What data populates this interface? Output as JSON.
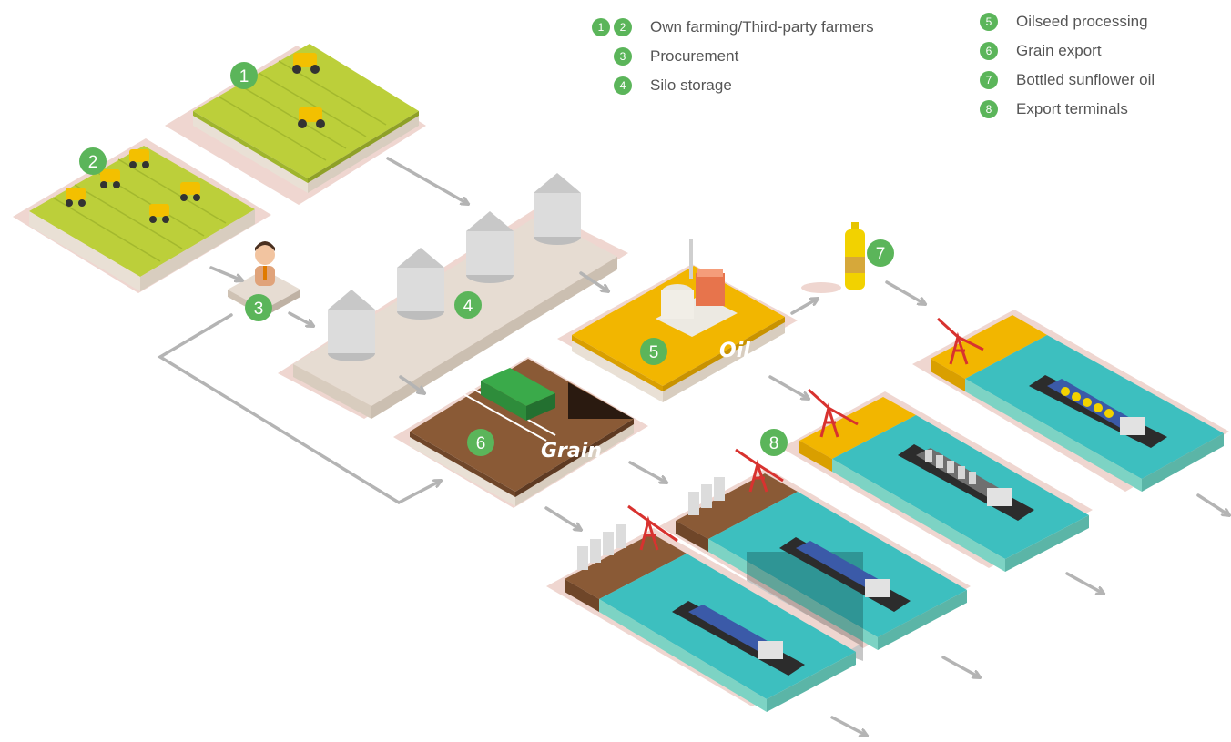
{
  "legend": {
    "left": [
      {
        "nums": [
          "1",
          "2"
        ],
        "label": "Own farming/Third-party farmers"
      },
      {
        "nums": [
          "3"
        ],
        "label": "Procurement"
      },
      {
        "nums": [
          "4"
        ],
        "label": "Silo storage"
      }
    ],
    "right": [
      {
        "nums": [
          "5"
        ],
        "label": "Oilseed processing"
      },
      {
        "nums": [
          "6"
        ],
        "label": "Grain export"
      },
      {
        "nums": [
          "7"
        ],
        "label": "Bottled sunflower oil"
      },
      {
        "nums": [
          "8"
        ],
        "label": "Export terminals"
      }
    ]
  },
  "badges": {
    "own_farming": "1",
    "third_party": "2",
    "procurement": "3",
    "silo_storage": "4",
    "oilseed_processing": "5",
    "grain_export": "6",
    "bottled_oil": "7",
    "export_terminals": "8"
  },
  "block_labels": {
    "oil": "Oil",
    "grain": "Grain"
  },
  "colors": {
    "badge": "#5bb55a",
    "field": "#b6c935",
    "silo_base": "#e6dcd2",
    "oil_block": "#f0b400",
    "grain_block": "#8b5a35",
    "water": "#3dbfbf",
    "arrow": "#b4b4b4"
  }
}
